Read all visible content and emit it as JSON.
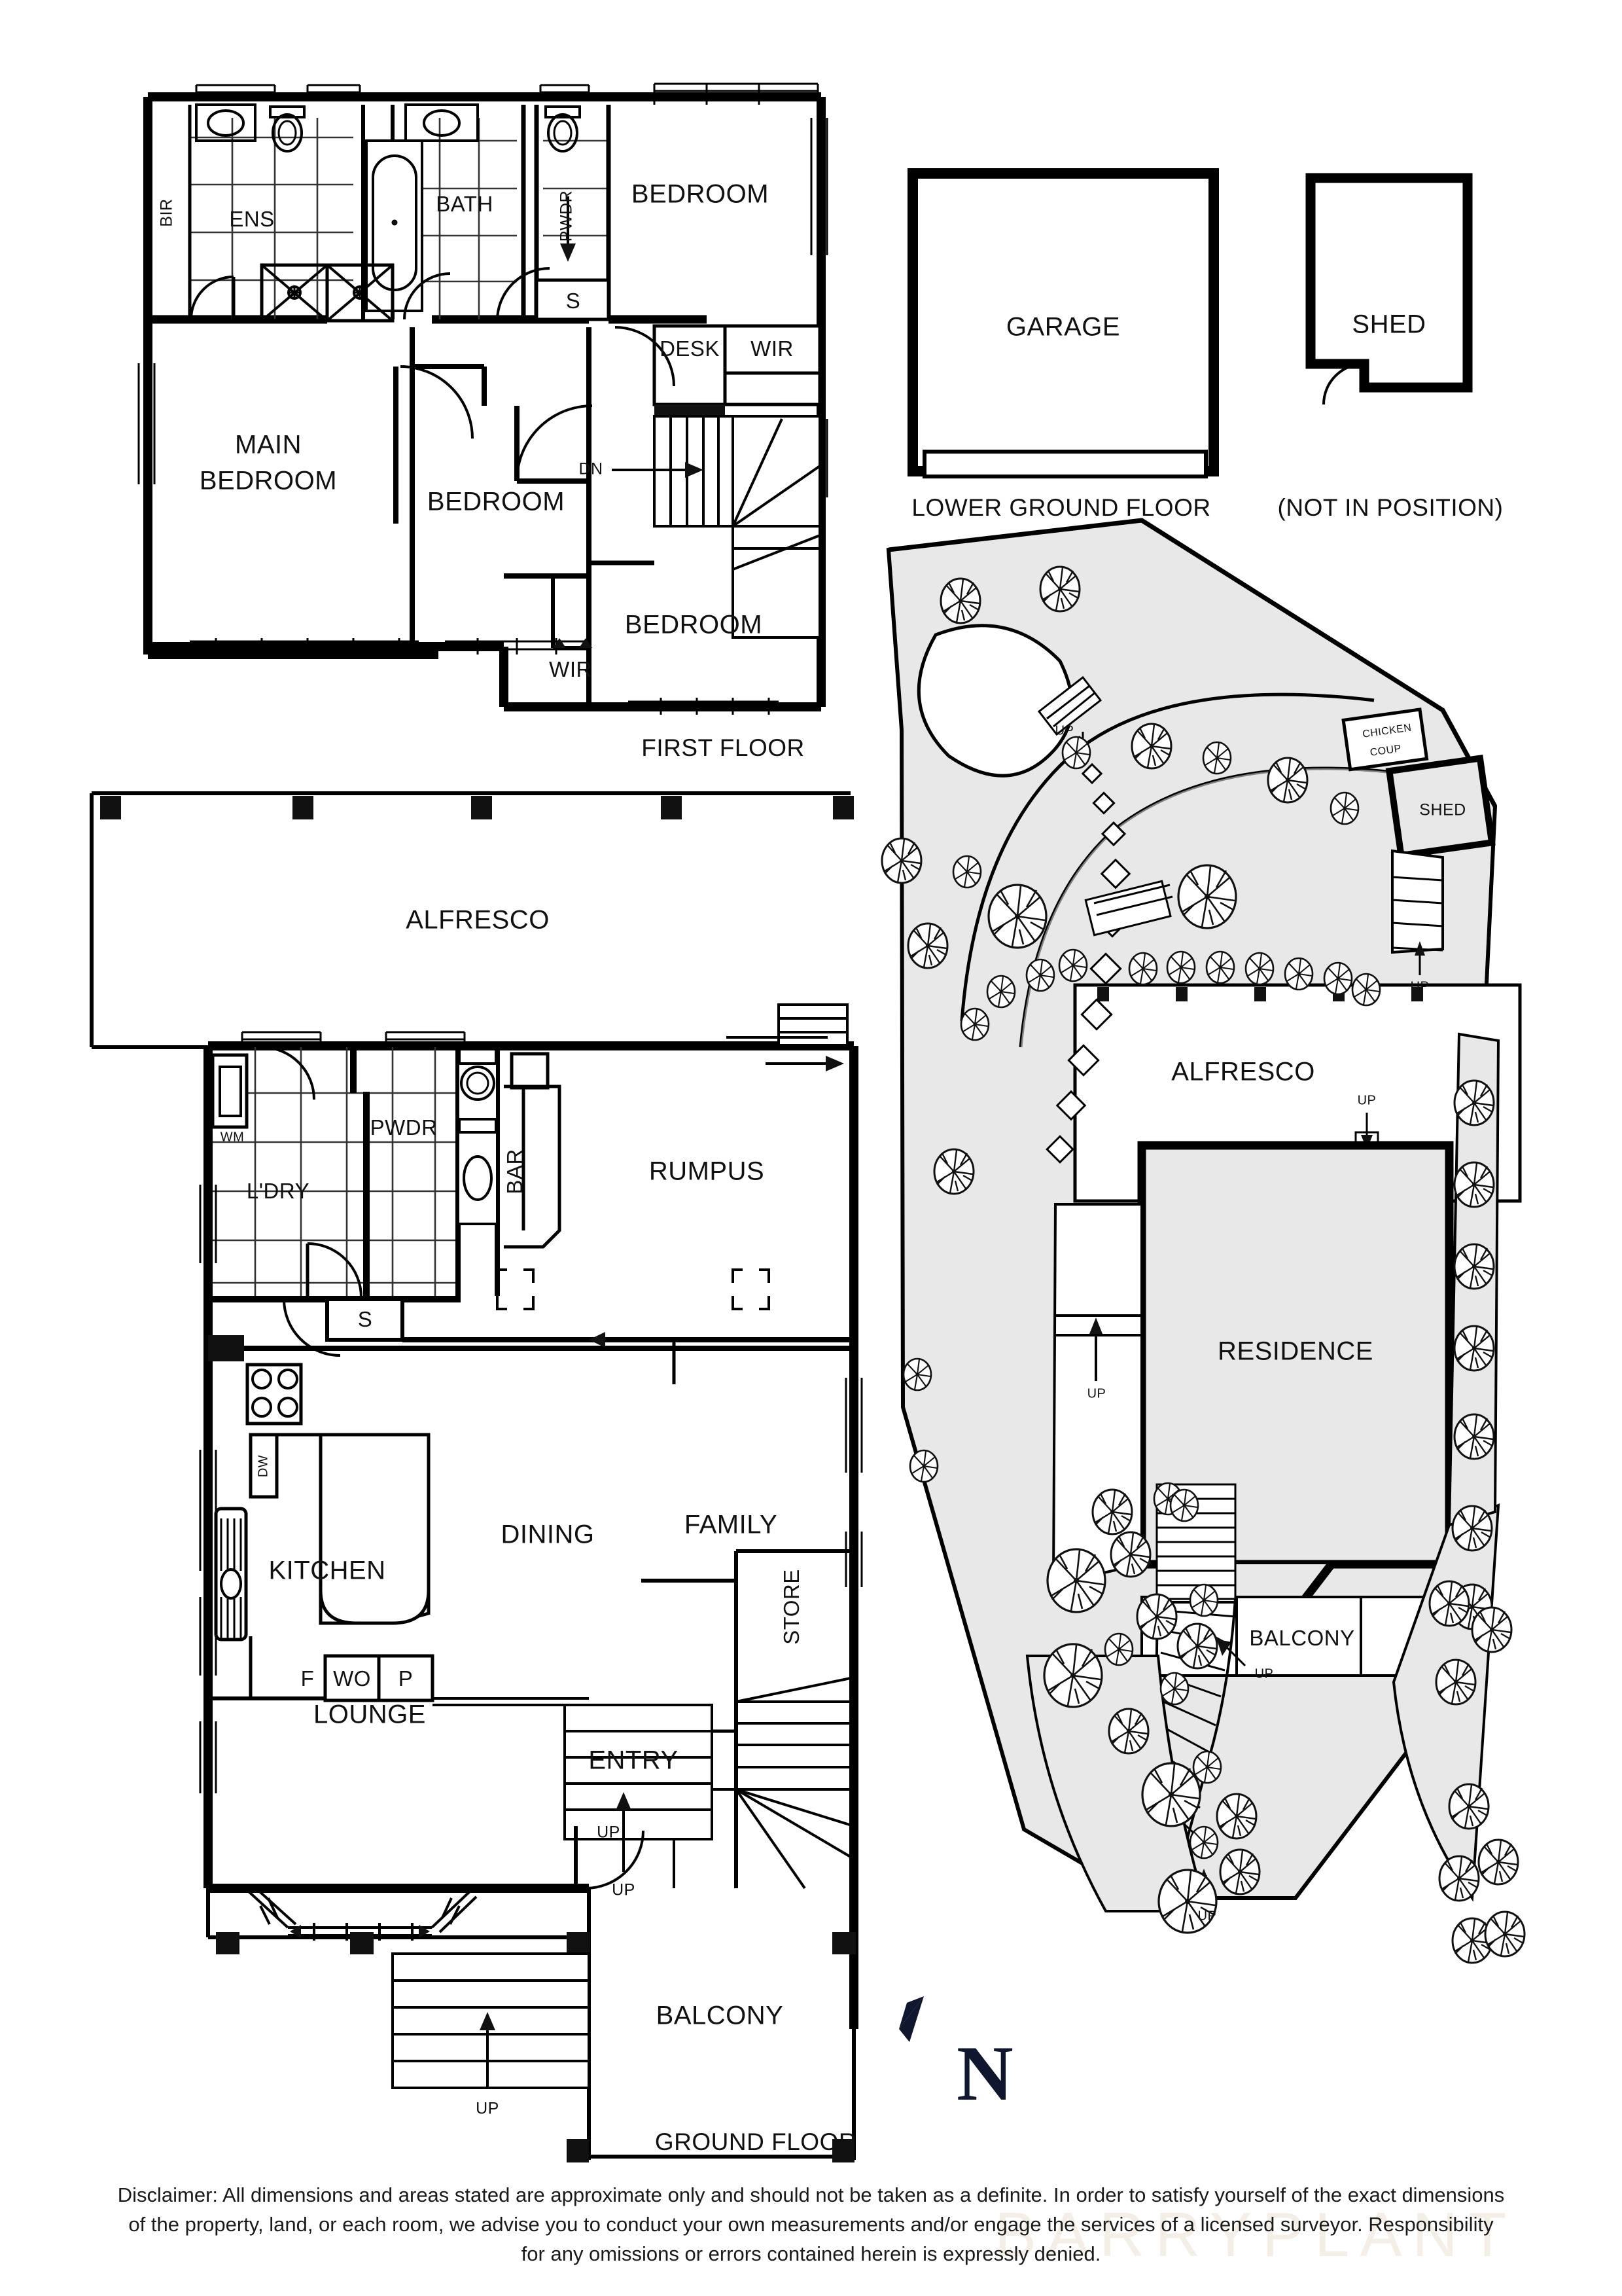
{
  "document": {
    "type": "residential-floor-plan",
    "watermark": "BARRYPLANT",
    "north_label": "N"
  },
  "plans": [
    {
      "id": "first-floor",
      "caption": "FIRST FLOOR",
      "rooms": [
        "BIR",
        "ENS",
        "BATH",
        "PWDR",
        "BEDROOM",
        "S",
        "DESK",
        "WIR",
        "MAIN BEDROOM",
        "BEDROOM",
        "BEDROOM",
        "WIR",
        "DN"
      ]
    },
    {
      "id": "lower-ground-floor",
      "caption": "LOWER GROUND FLOOR",
      "rooms": [
        "GARAGE"
      ]
    },
    {
      "id": "shed-plan",
      "caption": "(NOT IN POSITION)",
      "rooms": [
        "SHED"
      ]
    },
    {
      "id": "ground-floor",
      "caption": "GROUND FLOOR",
      "rooms": [
        "ALFRESCO",
        "WM",
        "L'DRY",
        "PWDR",
        "BAR",
        "RUMPUS",
        "S",
        "DW",
        "KITCHEN",
        "F",
        "WO",
        "P",
        "DINING",
        "FAMILY",
        "STORE",
        "LOUNGE",
        "ENTRY",
        "BALCONY",
        "UP"
      ]
    },
    {
      "id": "site-plan",
      "caption": "",
      "rooms": [
        "CHICKEN COUP",
        "SHED",
        "ALFRESCO",
        "RESIDENCE",
        "BALCONY",
        "UP"
      ]
    }
  ],
  "first_floor": {
    "caption": "FIRST FLOOR",
    "labels": {
      "bir": "BIR",
      "ens": "ENS",
      "bath": "BATH",
      "pwdr": "PWDR",
      "bedroom_top": "BEDROOM",
      "shower_s": "S",
      "desk": "DESK",
      "wir_top": "WIR",
      "dn": "DN",
      "main_bedroom_line1": "MAIN",
      "main_bedroom_line2": "BEDROOM",
      "bedroom_mid": "BEDROOM",
      "bedroom_right": "BEDROOM",
      "wir_bottom": "WIR"
    }
  },
  "lower_ground": {
    "caption": "LOWER GROUND FLOOR",
    "labels": {
      "garage": "GARAGE"
    }
  },
  "shed_plan": {
    "caption": "(NOT IN POSITION)",
    "labels": {
      "shed": "SHED"
    }
  },
  "ground_floor": {
    "caption": "GROUND FLOOR",
    "labels": {
      "alfresco": "ALFRESCO",
      "wm": "WM",
      "ldry": "L'DRY",
      "pwdr": "PWDR",
      "bar": "BAR",
      "rumpus": "RUMPUS",
      "shower_s": "S",
      "dw": "DW",
      "kitchen": "KITCHEN",
      "fridge": "F",
      "wall_oven": "WO",
      "pantry": "P",
      "dining": "DINING",
      "family": "FAMILY",
      "store": "STORE",
      "lounge": "LOUNGE",
      "entry": "ENTRY",
      "balcony": "BALCONY",
      "up_stairs_mid": "UP",
      "up_stairs_entry": "UP",
      "up_stairs_balcony": "UP"
    }
  },
  "site_plan": {
    "labels": {
      "chicken_coup_line1": "CHICKEN",
      "chicken_coup_line2": "COUP",
      "shed": "SHED",
      "alfresco": "ALFRESCO",
      "residence": "RESIDENCE",
      "balcony": "BALCONY",
      "up_top": "UP",
      "up_shed_stairs": "UP",
      "up_alfresco": "UP",
      "up_west": "UP",
      "up_front_stairs": "UP",
      "up_path": "UP"
    }
  },
  "disclaimer": {
    "line1": "Disclaimer: All dimensions and areas stated are approximate only and should not be taken as a definite. In order to satisfy yourself of the exact dimensions",
    "line2": "of the property, land, or each room, we advise you to conduct your own measurements and/or engage the services of a licensed surveyor. Responsibility",
    "line3": "for any omissions or errors contained herein is expressly denied."
  },
  "colors": {
    "wall": "#000000",
    "ink": "#111111",
    "site_fill": "#e6e6e6",
    "north": "#10162e",
    "watermark": "#f3efe6"
  }
}
